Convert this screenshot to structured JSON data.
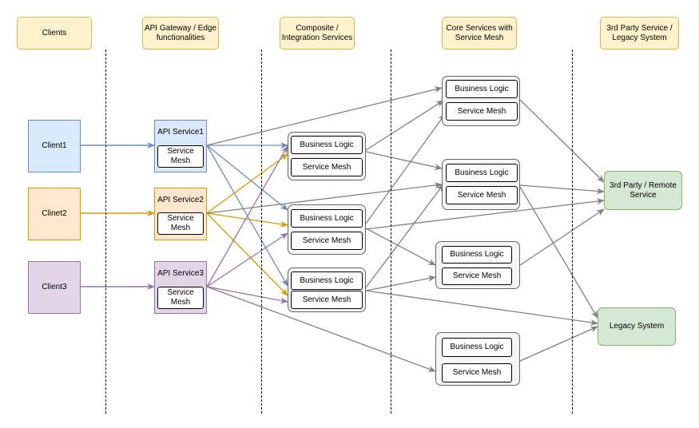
{
  "headers": {
    "clients": "Clients",
    "gateway": "API Gateway / Edge functionalities",
    "composite": "Composite / Integration Services",
    "core": "Core Services with Service Mesh",
    "thirdparty": "3rd Party Service / Legacy System"
  },
  "clients": {
    "c1": "Client1",
    "c2": "Clinet2",
    "c3": "Client3"
  },
  "api": {
    "a1": "API Service1",
    "a2": "API Service2",
    "a3": "API Service3",
    "mesh": "Service Mesh"
  },
  "labels": {
    "business_logic": "Business Logic",
    "service_mesh": "Service Mesh"
  },
  "external": {
    "remote": "3rd Party / Remote Service",
    "legacy": "Legacy System"
  },
  "colors": {
    "blue_edge": "#6c8ebf",
    "orange_edge": "#d79b00",
    "purple_edge": "#9673a6",
    "grey_edge": "#808080"
  }
}
